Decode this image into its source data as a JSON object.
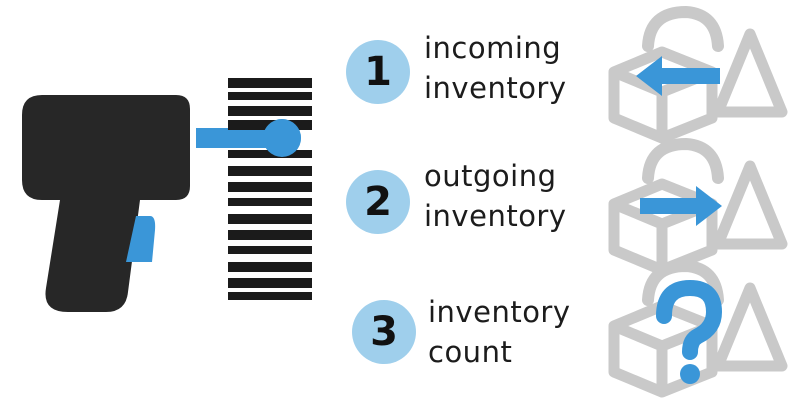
{
  "colors": {
    "accent_blue": "#3a96d8",
    "light_blue": "#9fcfec",
    "scanner_black": "#272727",
    "barcode_black": "#1b1b1b",
    "box_gray": "#c9c9c9"
  },
  "steps": [
    {
      "number": "1",
      "line1": "incoming",
      "line2": "inventory",
      "icon": "box-arrow-left-icon"
    },
    {
      "number": "2",
      "line1": "outgoing",
      "line2": "inventory",
      "icon": "box-arrow-right-icon"
    },
    {
      "number": "3",
      "line1": "inventory",
      "line2": "count",
      "icon": "box-question-icon"
    }
  ]
}
